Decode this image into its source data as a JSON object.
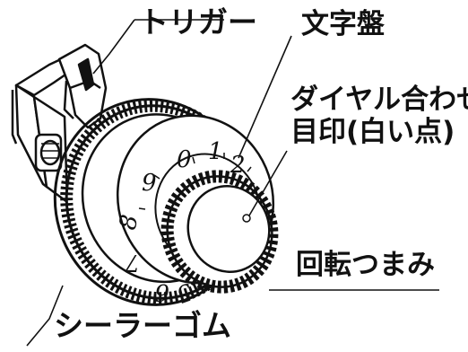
{
  "labels": {
    "trigger": "トリガー",
    "dial": "文字盤",
    "mark_line1": "ダイヤル合わせ",
    "mark_line2": "目印(白い点)",
    "knob": "回転つまみ",
    "seal": "シーラーゴム"
  },
  "dial_numbers": [
    "0",
    "1",
    "2",
    "9",
    "8",
    "7",
    "6",
    "5"
  ],
  "icons": [
    "combination-lock-dial-illustration",
    "trigger-latch",
    "knurled-knob",
    "white-dot-marker"
  ]
}
